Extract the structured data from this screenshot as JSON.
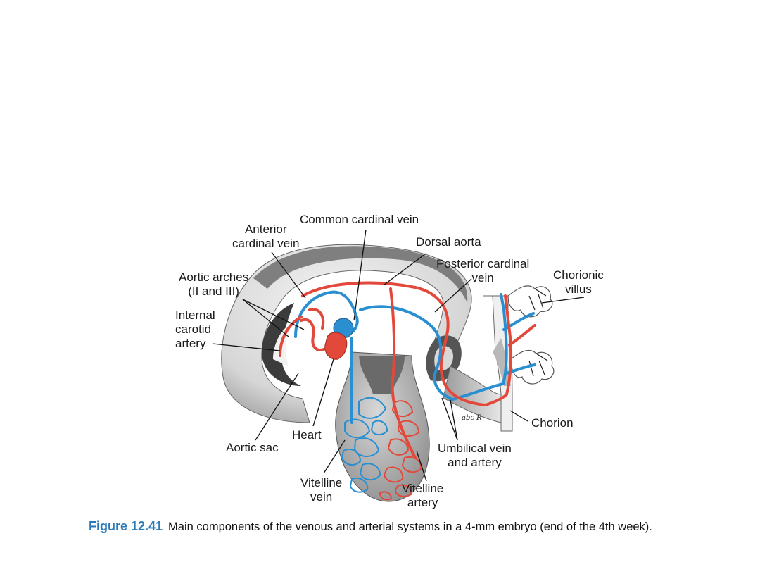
{
  "labels": {
    "common_cardinal_vein": "Common cardinal vein",
    "anterior_cardinal_vein": "Anterior\ncardinal vein",
    "dorsal_aorta": "Dorsal aorta",
    "posterior_cardinal_vein": "Posterior cardinal\nvein",
    "chorionic_villus": "Chorionic\nvillus",
    "aortic_arches": "Aortic arches\n(II and III)",
    "internal_carotid_artery": "Internal\ncarotid\nartery",
    "chorion": "Chorion",
    "heart": "Heart",
    "aortic_sac": "Aortic sac",
    "umbilical_vein_artery": "Umbilical vein\nand artery",
    "vitelline_vein": "Vitelline\nvein",
    "vitelline_artery": "Vitelline\nartery"
  },
  "signature": "abc R",
  "caption": {
    "label": "Figure 12.41",
    "text": "Main components of the venous and arterial systems in a 4-mm embryo (end of the 4th week)."
  },
  "colors": {
    "vein": "#2a8fd0",
    "artery": "#e2493b",
    "tissue_light": "#dcdcdc",
    "tissue_mid": "#a9a9a9",
    "tissue_dark": "#6a6a6a",
    "caption_accent": "#2a7ab8"
  }
}
